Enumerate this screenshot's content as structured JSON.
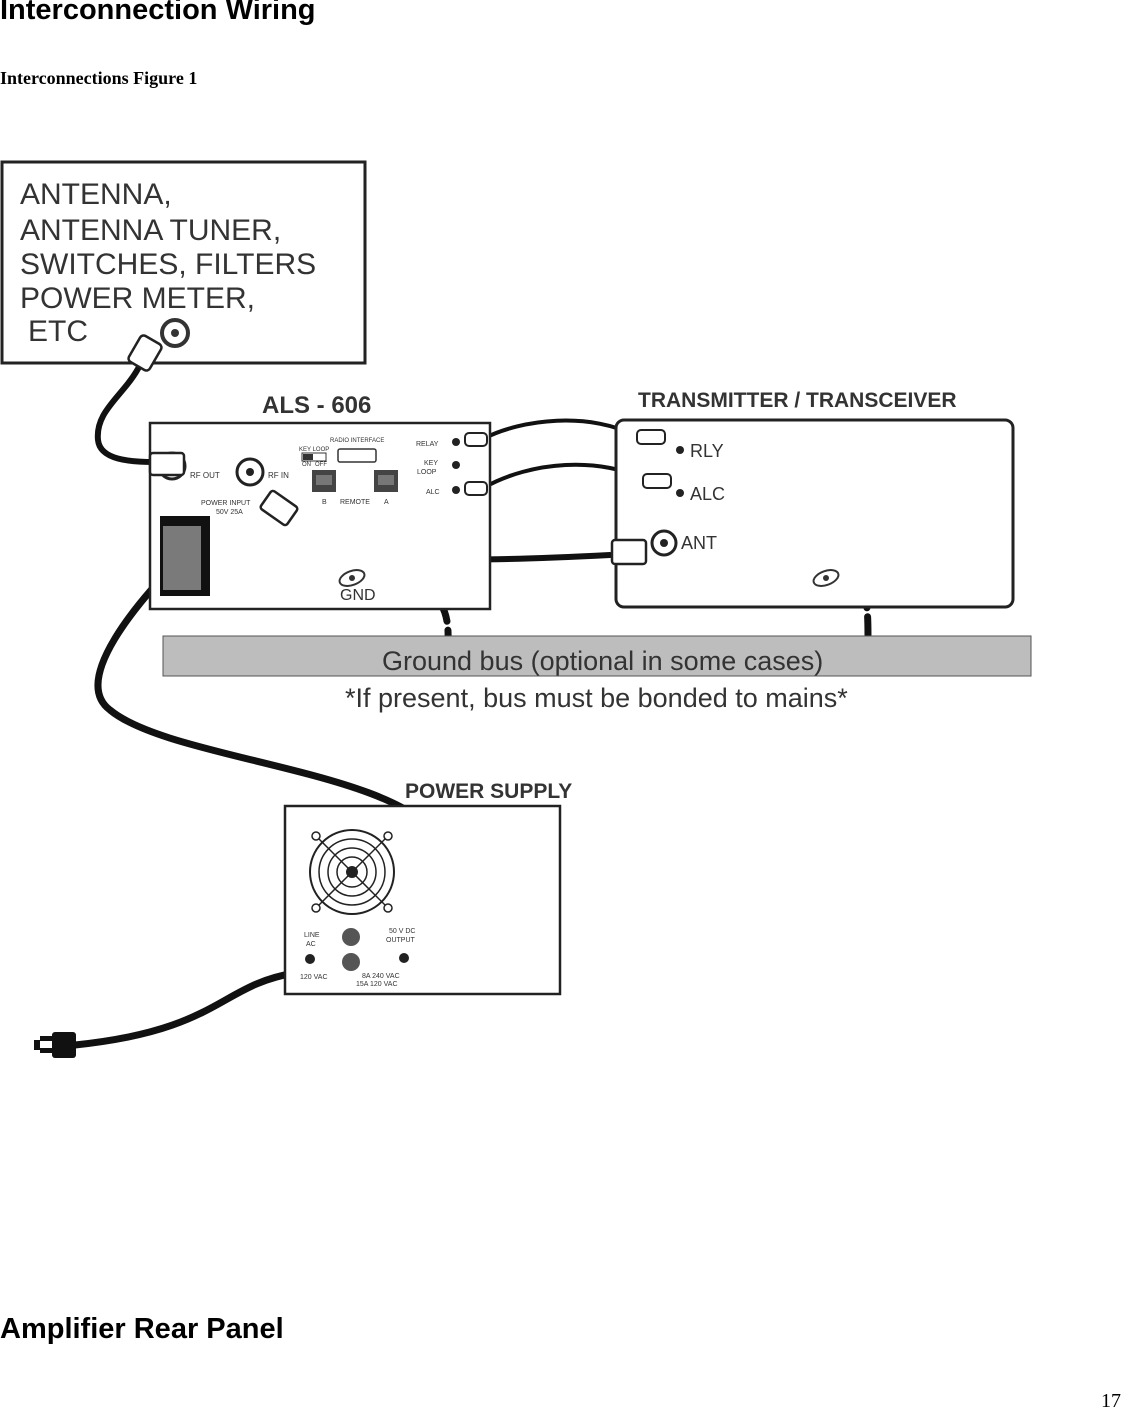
{
  "page_title": "Interconnection Wiring",
  "figure_caption": "Interconnections Figure 1",
  "section_heading": "Amplifier Rear Panel",
  "page_number": "17",
  "diagram": {
    "antenna_box": {
      "line1": "ANTENNA,",
      "line2": "ANTENNA TUNER,",
      "line3": "SWITCHES, FILTERS",
      "line4": "POWER METER,",
      "line5": "ETC"
    },
    "amp": {
      "title": "ALS - 606",
      "rf_out": "RF OUT",
      "rf_in": "RF IN",
      "key_loop_switch": "KEY LOOP",
      "switch_on": "ON",
      "switch_off": "OFF",
      "radio_interface": "RADIO INTERFACE",
      "remote": "REMOTE",
      "port_b": "B",
      "port_a": "A",
      "relay": "RELAY",
      "key_loop_1": "KEY",
      "key_loop_2": "LOOP",
      "alc": "ALC",
      "power_input_1": "POWER INPUT",
      "power_input_2": "50V 25A",
      "gnd": "GND"
    },
    "transceiver": {
      "title": "TRANSMITTER / TRANSCEIVER",
      "rly": "RLY",
      "alc": "ALC",
      "ant": "ANT"
    },
    "ground_bus": {
      "line1": "Ground bus (optional in some cases)",
      "line2": "*If present, bus must be bonded to mains*"
    },
    "power_supply": {
      "title": "POWER SUPPLY",
      "line_ac_1": "LINE",
      "line_ac_2": "AC",
      "vac_120": "120 VAC",
      "dc_out_1": "50 V DC",
      "dc_out_2": "OUTPUT",
      "fuse_1": "8A 240 VAC",
      "fuse_2": "15A 120 VAC"
    }
  }
}
